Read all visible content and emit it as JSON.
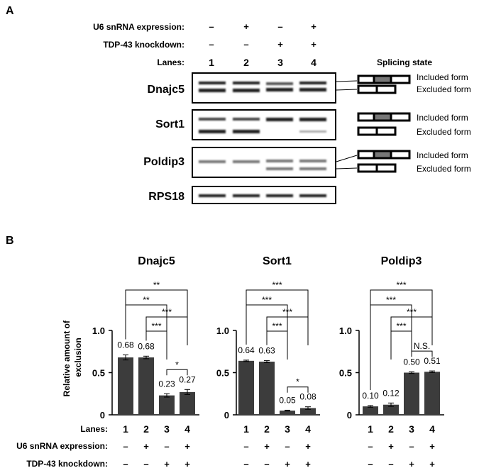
{
  "panel_a": {
    "label": "A",
    "conditions": [
      {
        "label": "U6 snRNA expression:",
        "values": [
          "–",
          "+",
          "–",
          "+"
        ]
      },
      {
        "label": "TDP-43 knockdown:",
        "values": [
          "–",
          "–",
          "+",
          "+"
        ]
      }
    ],
    "lanes_label": "Lanes:",
    "lane_numbers": [
      "1",
      "2",
      "3",
      "4"
    ],
    "splicing_header": "Splicing state",
    "blots": [
      {
        "gene": "Dnajc5",
        "included": "Included form",
        "excluded": "Excluded form"
      },
      {
        "gene": "Sort1",
        "included": "Included form",
        "excluded": "Excluded form"
      },
      {
        "gene": "Poldip3",
        "included": "Included form",
        "excluded": "Excluded form"
      },
      {
        "gene": "RPS18"
      }
    ]
  },
  "panel_b": {
    "label": "B",
    "bottom_labels": {
      "lanes": "Lanes:",
      "u6": "U6 snRNA expression:",
      "tdp": "TDP-43 knockdown:"
    },
    "u6_signs": [
      "–",
      "+",
      "–",
      "+"
    ],
    "tdp_signs": [
      "–",
      "–",
      "+",
      "+"
    ]
  },
  "chart_data": [
    {
      "type": "bar",
      "title": "Dnajc5",
      "ylabel": "Relative amount of exclusion",
      "categories": [
        "1",
        "2",
        "3",
        "4"
      ],
      "values": [
        0.68,
        0.68,
        0.23,
        0.27
      ],
      "value_labels": [
        "0.68",
        "0.68",
        "0.23",
        "0.27"
      ],
      "errors": [
        0.03,
        0.015,
        0.02,
        0.03
      ],
      "ylim": [
        0,
        1.0
      ],
      "yticks": [
        "0",
        "0.5",
        "1.0"
      ],
      "significance": [
        {
          "from": 1,
          "to": 4,
          "label": "**"
        },
        {
          "from": 1,
          "to": 3,
          "label": "**"
        },
        {
          "from": 2,
          "to": 4,
          "label": "***"
        },
        {
          "from": 2,
          "to": 3,
          "label": "***"
        },
        {
          "from": 3,
          "to": 4,
          "label": "*"
        }
      ],
      "bar_color": "#3c3c3c"
    },
    {
      "type": "bar",
      "title": "Sort1",
      "categories": [
        "1",
        "2",
        "3",
        "4"
      ],
      "values": [
        0.64,
        0.63,
        0.05,
        0.08
      ],
      "value_labels": [
        "0.64",
        "0.63",
        "0.05",
        "0.08"
      ],
      "errors": [
        0.008,
        0.012,
        0.005,
        0.015
      ],
      "ylim": [
        0,
        1.0
      ],
      "yticks": [
        "0",
        "0.5",
        "1.0"
      ],
      "significance": [
        {
          "from": 1,
          "to": 4,
          "label": "***"
        },
        {
          "from": 1,
          "to": 3,
          "label": "***"
        },
        {
          "from": 2,
          "to": 4,
          "label": "***"
        },
        {
          "from": 2,
          "to": 3,
          "label": "***"
        },
        {
          "from": 3,
          "to": 4,
          "label": "*"
        }
      ],
      "bar_color": "#3c3c3c"
    },
    {
      "type": "bar",
      "title": "Poldip3",
      "categories": [
        "1",
        "2",
        "3",
        "4"
      ],
      "values": [
        0.1,
        0.12,
        0.5,
        0.51
      ],
      "value_labels": [
        "0.10",
        "0.12",
        "0.50",
        "0.51"
      ],
      "errors": [
        0.01,
        0.02,
        0.01,
        0.01
      ],
      "ylim": [
        0,
        1.0
      ],
      "yticks": [
        "0",
        "0.5",
        "1.0"
      ],
      "significance": [
        {
          "from": 1,
          "to": 4,
          "label": "***"
        },
        {
          "from": 1,
          "to": 3,
          "label": "***"
        },
        {
          "from": 2,
          "to": 4,
          "label": "***"
        },
        {
          "from": 2,
          "to": 3,
          "label": "***"
        },
        {
          "from": 3,
          "to": 4,
          "label": "N.S."
        }
      ],
      "bar_color": "#3c3c3c"
    }
  ]
}
